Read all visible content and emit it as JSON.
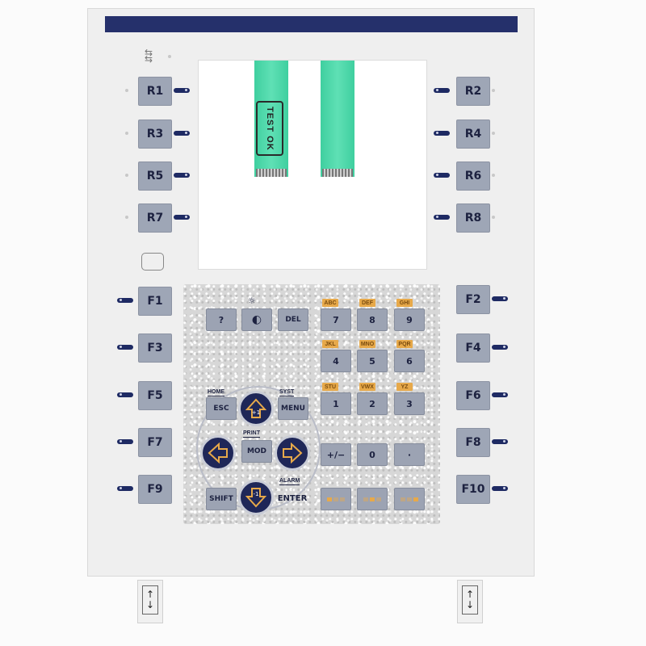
{
  "panel": {
    "test_label": "TEST OK",
    "r_keys": [
      "R1",
      "R2",
      "R3",
      "R4",
      "R5",
      "R6",
      "R7",
      "R8"
    ],
    "f_keys": [
      "F1",
      "F2",
      "F3",
      "F4",
      "F5",
      "F6",
      "F7",
      "F8",
      "F9",
      "F10"
    ],
    "function_keys": {
      "help": "?",
      "contrast": "◐",
      "del": "DEL",
      "esc": "ESC",
      "menu": "MENU",
      "mod": "MOD",
      "shift": "SHIFT",
      "enter": "ENTER",
      "plusminus": "+/−",
      "dot": "·"
    },
    "secondary_labels": {
      "home": "HOME",
      "syst": "SYST",
      "print": "PRINT",
      "alarm": "ALARM"
    },
    "digits": [
      "7",
      "8",
      "9",
      "4",
      "5",
      "6",
      "1",
      "2",
      "3",
      "0"
    ],
    "letter_labels": [
      "ABC",
      "DEF",
      "GHI",
      "JKL",
      "MNO",
      "PQR",
      "STU",
      "VWX",
      "YZ"
    ],
    "nav": {
      "up": "+1",
      "down": "-1"
    },
    "colors": {
      "bar": "#25306b",
      "key": "#9ea6b6",
      "led": "#1e2a63",
      "accent": "#e7a94a",
      "cable": "#3fcf9f"
    }
  }
}
